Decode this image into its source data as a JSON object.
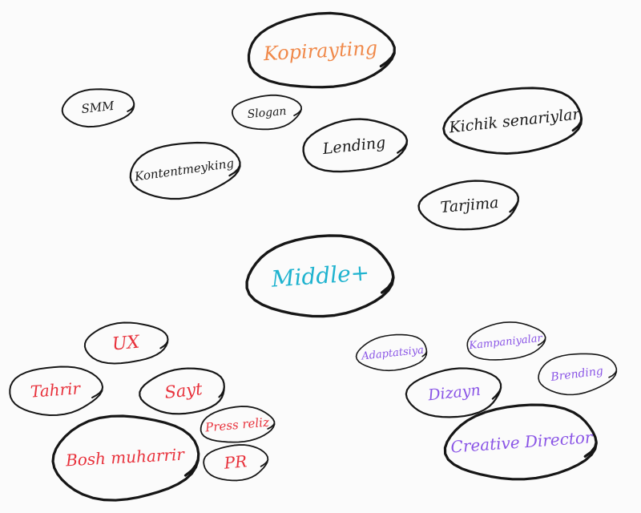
{
  "colors": {
    "ink": "#161616",
    "orange": "#f0894a",
    "black": "#1a1a1a",
    "cyan": "#1fb3cf",
    "red": "#e8323c",
    "purple": "#8a55e6"
  },
  "nodes": [
    {
      "id": "kopirayting",
      "label": "Kopirayting",
      "color": "orange"
    },
    {
      "id": "smm",
      "label": "SMM",
      "color": "black"
    },
    {
      "id": "slogan",
      "label": "Slogan",
      "color": "black"
    },
    {
      "id": "kichik-senariylar",
      "label": "Kichik senariylar",
      "color": "black"
    },
    {
      "id": "lending",
      "label": "Lending",
      "color": "black"
    },
    {
      "id": "kontentmeyking",
      "label": "Kontentmeyking",
      "color": "black"
    },
    {
      "id": "tarjima",
      "label": "Tarjima",
      "color": "black"
    },
    {
      "id": "middle",
      "label": "Middle+",
      "color": "cyan"
    },
    {
      "id": "ux",
      "label": "UX",
      "color": "red"
    },
    {
      "id": "tahrir",
      "label": "Tahrir",
      "color": "red"
    },
    {
      "id": "sayt",
      "label": "Sayt",
      "color": "red"
    },
    {
      "id": "press-reliz",
      "label": "Press reliz",
      "color": "red"
    },
    {
      "id": "bosh-muharrir",
      "label": "Bosh muharrir",
      "color": "red"
    },
    {
      "id": "pr",
      "label": "PR",
      "color": "red"
    },
    {
      "id": "adaptatsiya",
      "label": "Adaptatsiya",
      "color": "purple"
    },
    {
      "id": "kampaniyalar",
      "label": "Kampaniyalar",
      "color": "purple"
    },
    {
      "id": "brending",
      "label": "Brending",
      "color": "purple"
    },
    {
      "id": "dizayn",
      "label": "Dizayn",
      "color": "purple"
    },
    {
      "id": "creative-director",
      "label": "Creative Director",
      "color": "purple"
    }
  ]
}
